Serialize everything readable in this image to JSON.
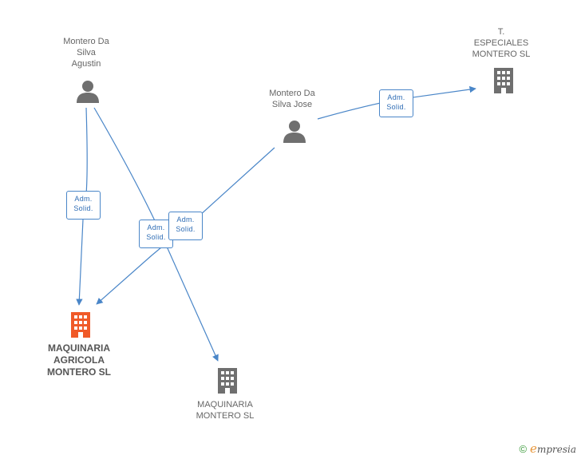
{
  "nodes": {
    "person_agustin": {
      "label": "Montero Da\nSilva\nAgustin",
      "type": "person"
    },
    "person_jose": {
      "label": "Montero Da\nSilva Jose",
      "type": "person"
    },
    "company_especiales": {
      "label": "T.\nESPECIALES\nMONTERO SL",
      "type": "company"
    },
    "company_agricola": {
      "label": "MAQUINARIA\nAGRICOLA\nMONTERO SL",
      "type": "company-main"
    },
    "company_maquinaria": {
      "label": "MAQUINARIA\nMONTERO SL",
      "type": "company"
    }
  },
  "edges": [
    {
      "label_line1": "Adm.",
      "label_line2": "Solid."
    },
    {
      "label_line1": "Adm.",
      "label_line2": "Solid."
    },
    {
      "label_line1": "Adm.",
      "label_line2": "Solid."
    },
    {
      "label_line1": "Adm.",
      "label_line2": "Solid."
    }
  ],
  "colors": {
    "edge": "#4a86c8",
    "icon_gray": "#6f6f6f",
    "icon_main": "#f05a28"
  },
  "footer": {
    "copyright": "©",
    "brand_initial": "e",
    "brand_rest": "mpresia"
  }
}
